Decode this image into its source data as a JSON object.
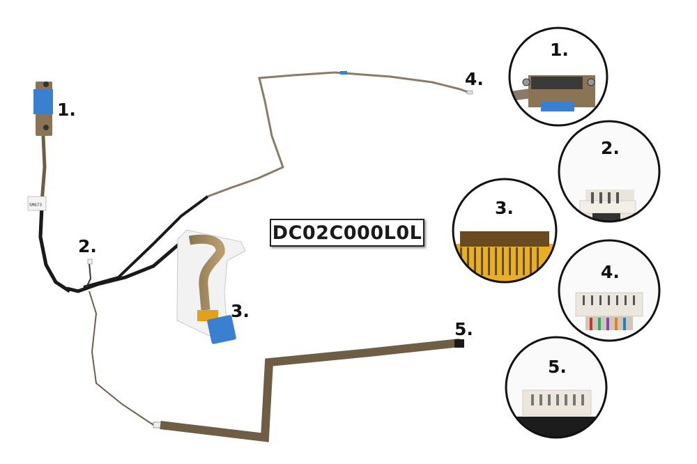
{
  "part_number": "DC02C000L0L",
  "sticker_code": "SM673",
  "cable_labels": [
    "1.",
    "2.",
    "3.",
    "4.",
    "5."
  ],
  "detail_labels": [
    "1.",
    "2.",
    "3.",
    "4.",
    "5."
  ],
  "colors": {
    "cable_brown": "#7a6a55",
    "cable_black": "#1a1a1a",
    "tape_blue": "#3b7fd0",
    "ribbon_orange": "#e2a11a"
  }
}
